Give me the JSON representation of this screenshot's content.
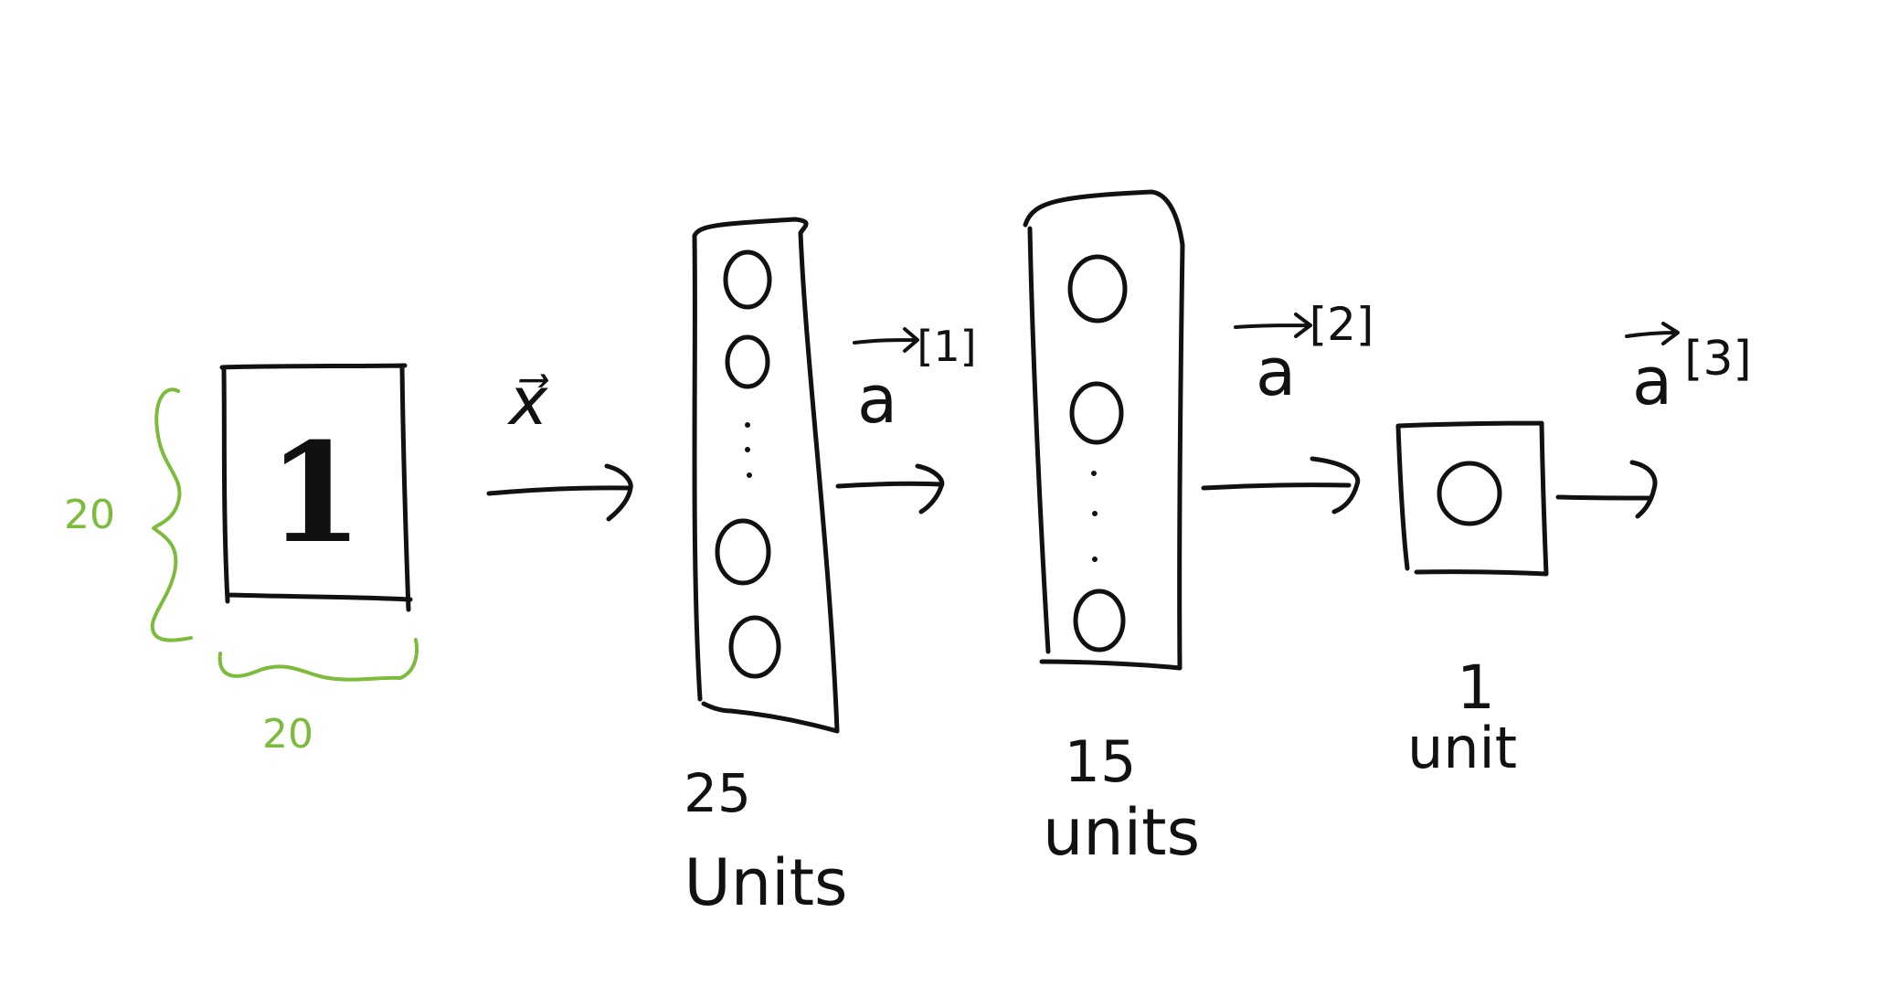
{
  "colors": {
    "ink": "#111111",
    "annotation": "#7dbb3c",
    "background": "#ffffff"
  },
  "input": {
    "image_digit": "1",
    "height_label": "20",
    "width_label": "20",
    "vector_label": "x⃗"
  },
  "layers": [
    {
      "id": "layer1",
      "neurons_label": "25",
      "units_label": "Units",
      "output_symbol": "a",
      "output_superscript": "[1]"
    },
    {
      "id": "layer2",
      "neurons_label": "15",
      "units_label": "units",
      "output_symbol": "a",
      "output_superscript": "[2]"
    },
    {
      "id": "layer3",
      "neurons_label": "1",
      "units_label": "unit",
      "output_symbol": "a",
      "output_superscript": "[3]"
    }
  ],
  "icons": {
    "neuron": "circle-icon",
    "ellipsis": "vertical-dots-icon",
    "arrow": "right-arrow-icon",
    "brace": "curly-brace-icon"
  }
}
